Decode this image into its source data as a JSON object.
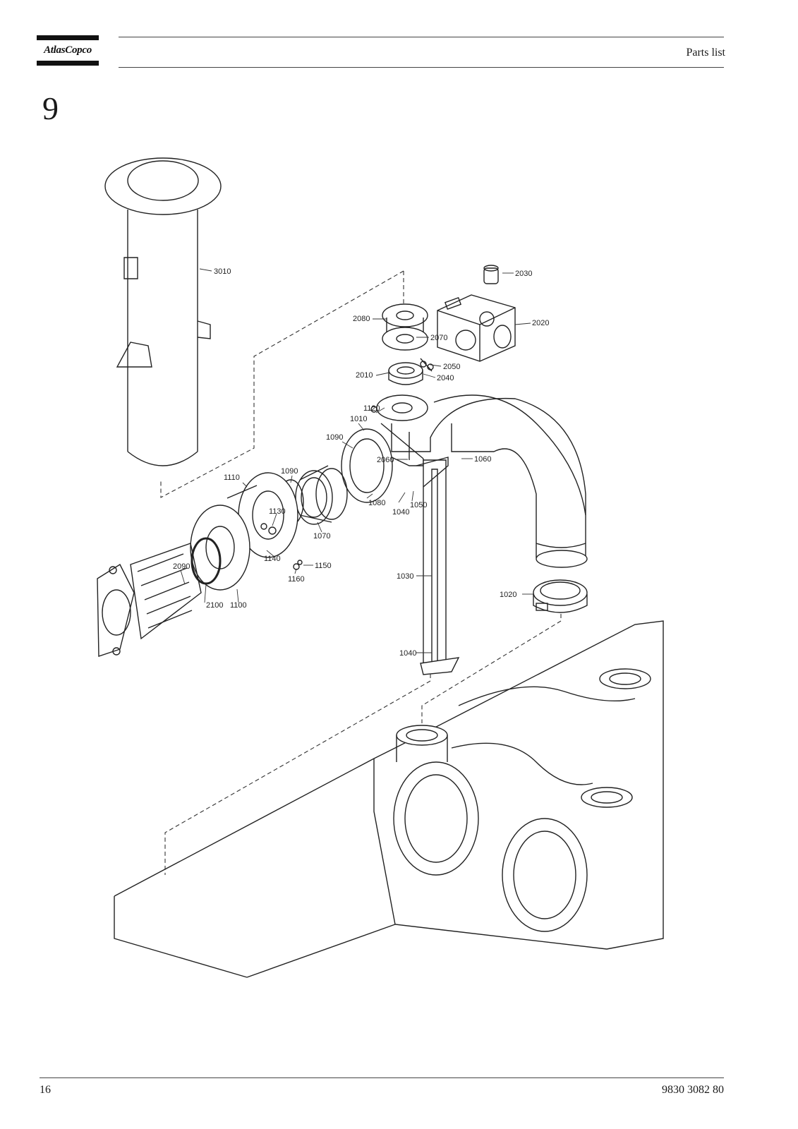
{
  "header": {
    "brand": "AtlasCopco",
    "section_label": "Parts list"
  },
  "section": {
    "number": "9"
  },
  "callouts": {
    "c3010": "3010",
    "c2030": "2030",
    "c2020": "2020",
    "c2080": "2080",
    "c2070": "2070",
    "c2050": "2050",
    "c2010": "2010",
    "c2040": "2040",
    "c1120": "1120",
    "c1010": "1010",
    "c1090a": "1090",
    "c2060": "2060",
    "c1060": "1060",
    "c1110": "1110",
    "c1090b": "1090",
    "c1080": "1080",
    "c1040a": "1040",
    "c1050": "1050",
    "c1130": "1130",
    "c1070": "1070",
    "c2090": "2090",
    "c1140": "1140",
    "c1150": "1150",
    "c1160": "1160",
    "c2100": "2100",
    "c1100": "1100",
    "c1030": "1030",
    "c1020": "1020",
    "c1040b": "1040"
  },
  "footer": {
    "page_number": "16",
    "document_number": "9830 3082 80"
  }
}
